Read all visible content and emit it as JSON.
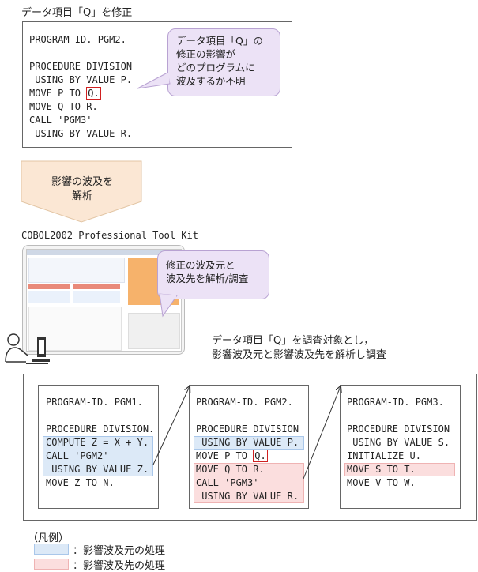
{
  "top_title": "データ項目「Q」を修正",
  "top_code": {
    "l1": "PROGRAM-ID. PGM2.",
    "l2": "PROCEDURE DIVISION",
    "l3": " USING BY VALUE P.",
    "l4a": "MOVE P TO ",
    "l4q": "Q.",
    "l5": "MOVE Q TO R.",
    "l6": "CALL 'PGM3'",
    "l7": " USING BY VALUE R."
  },
  "top_bubble": [
    "データ項目「Q」の",
    "修正の影響が",
    "どのプログラムに",
    "波及するか不明"
  ],
  "arrow_label": [
    "影響の波及を",
    "解析"
  ],
  "tool_title": "COBOL2002 Professional Tool Kit",
  "tool_bubble": [
    "修正の波及元と",
    "波及先を解析/調査"
  ],
  "analysis_note": [
    "データ項目「Q」を調査対象とし，",
    "影響波及元と影響波及先を解析し調査"
  ],
  "pgm1": {
    "l1": "PROGRAM-ID. PGM1.",
    "l2": "PROCEDURE DIVISION.",
    "l3": "COMPUTE Z = X + Y.",
    "l4": "CALL 'PGM2'",
    "l5": " USING BY VALUE Z.",
    "l6": "MOVE Z TO N."
  },
  "pgm2": {
    "l1": "PROGRAM-ID. PGM2.",
    "l2": "PROCEDURE DIVISION",
    "l3": " USING BY VALUE P.",
    "l4a": "MOVE P TO ",
    "l4q": "Q.",
    "l5": "MOVE Q TO R.",
    "l6": "CALL 'PGM3'",
    "l7": " USING BY VALUE R."
  },
  "pgm3": {
    "l1": "PROGRAM-ID. PGM3.",
    "l2": "PROCEDURE DIVISION",
    "l3": " USING BY VALUE S.",
    "l4": "INITIALIZE U.",
    "l5": "MOVE S TO T.",
    "l6": "MOVE V TO W."
  },
  "legend": {
    "title": "（凡例）",
    "source_label": "：影響波及元の処理",
    "dest_label": "：影響波及先の処理",
    "source_color": "#dce9f7",
    "dest_color": "#fbdede"
  }
}
